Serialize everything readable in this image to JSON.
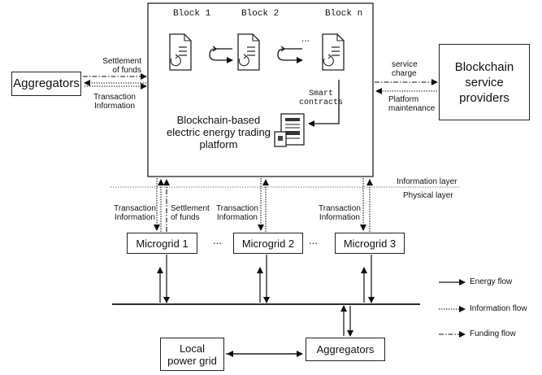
{
  "platform": {
    "blocks": [
      "Block 1",
      "Block 2",
      "Block n"
    ],
    "ellipsis": "...",
    "smart_contracts": "Smart\ncontracts",
    "title": "Blockchain-based\nelectric energy trading\nplatform"
  },
  "aggregators_top": "Aggregators",
  "settlement_left": "Settlement\nof funds",
  "transaction_left": "Transaction\nInformation",
  "service_providers": "Blockchain\nservice\nproviders",
  "service_charge": "service\ncharge",
  "platform_maintenance": "Platform\nmaintenance",
  "information_layer": "Information layer",
  "physical_layer": "Physical layer",
  "mg1_transaction": "Transaction\nInformation",
  "mg1_settlement": "Settlement\nof funds",
  "mg2_transaction": "Transaction\nInformation",
  "mg3_transaction": "Transaction\nInformation",
  "microgrids": [
    "Microgrid 1",
    "Microgrid 2",
    "Microgrid 3"
  ],
  "mg_ellipsis": [
    "...",
    "..."
  ],
  "local_grid": "Local\npower grid",
  "aggregators_bottom": "Aggregators",
  "legend": {
    "energy": "Energy flow",
    "information": "Information flow",
    "funding": "Funding flow"
  }
}
